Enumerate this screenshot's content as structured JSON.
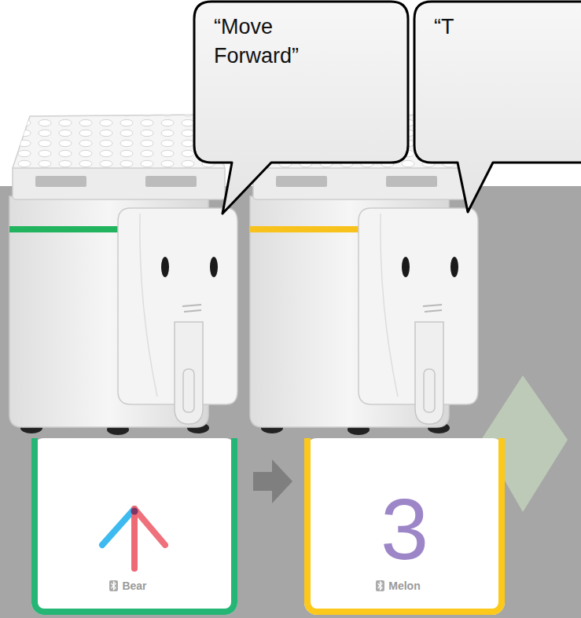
{
  "diagram": {
    "nodes": [
      {
        "text": [
          "“Move Forward”"
        ]
      },
      {
        "text": [
          "“T"
        ]
      },
      {
        "text": [
          "Bear"
        ]
      },
      {
        "text": [
          "3",
          "Melon"
        ]
      }
    ],
    "edges": [
      {
        "from": 2,
        "to": 3,
        "arrow": "to"
      }
    ]
  }
}
